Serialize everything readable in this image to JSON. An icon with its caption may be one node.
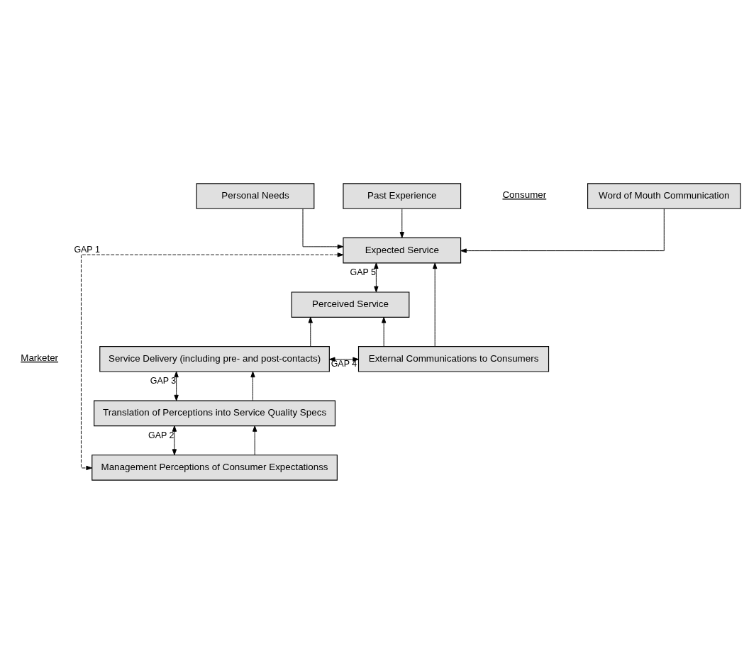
{
  "diagram": {
    "nodes": [
      {
        "text": [
          "Word of Mouth Communication"
        ]
      },
      {
        "text": [
          "Personal Needs"
        ]
      },
      {
        "text": [
          "Past Experience"
        ]
      },
      {
        "text": [
          "Expected Service"
        ]
      },
      {
        "text": [
          "Perceived Service"
        ]
      },
      {
        "text": [
          "Service Delivery (including pre- and post-contacts)"
        ]
      },
      {
        "text": [
          "External Communications to Consumers"
        ]
      },
      {
        "text": [
          "Translation of Perceptions into Service Quality Specs"
        ]
      },
      {
        "text": [
          "Management Perceptions of Consumer Expectationss"
        ]
      }
    ],
    "edges": [
      {
        "from": 0,
        "to": 3,
        "arrow": "to"
      },
      {
        "from": 1,
        "to": 3,
        "arrow": "to"
      },
      {
        "from": 2,
        "to": 3,
        "arrow": "to"
      },
      {
        "from": 3,
        "to": 4,
        "arrow": "both",
        "label": "GAP 5"
      },
      {
        "from": 6,
        "to": 3,
        "arrow": "to"
      },
      {
        "from": 6,
        "to": 4,
        "arrow": "to"
      },
      {
        "from": 5,
        "to": 4,
        "arrow": "to"
      },
      {
        "from": 5,
        "to": 6,
        "arrow": "both",
        "label": "GAP 4"
      },
      {
        "from": 5,
        "to": 7,
        "arrow": "both",
        "label": "GAP 3"
      },
      {
        "from": 7,
        "to": 5,
        "arrow": "to"
      },
      {
        "from": 7,
        "to": 8,
        "arrow": "both",
        "label": "GAP 2"
      },
      {
        "from": 8,
        "to": 7,
        "arrow": "to"
      },
      {
        "from": 3,
        "to": 8,
        "arrow": "both",
        "label": "GAP 1",
        "style": "dashed"
      }
    ],
    "labels": [
      "Consumer",
      "Marketer"
    ]
  }
}
